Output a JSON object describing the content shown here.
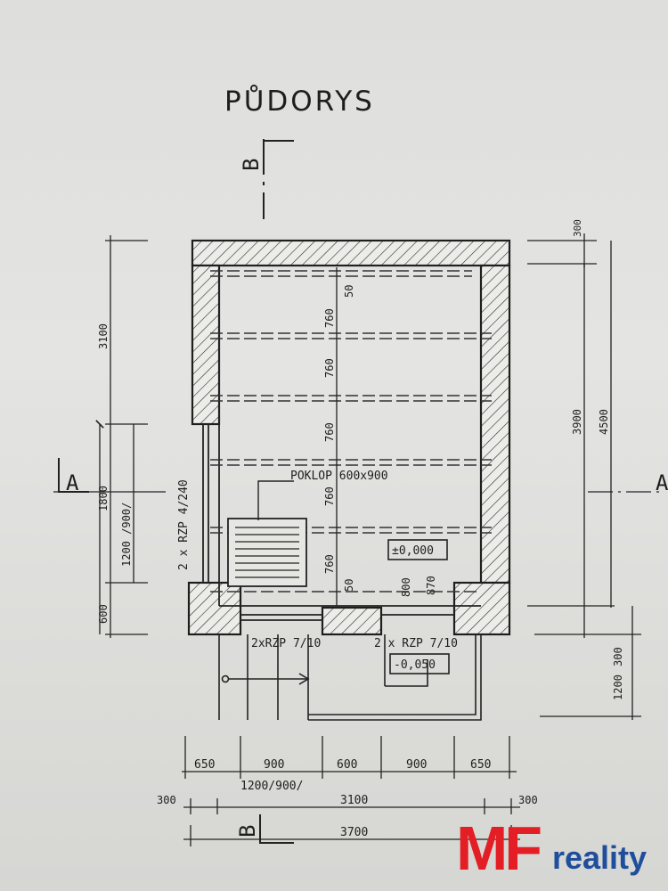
{
  "title": "PŮDORYS",
  "section_marks": {
    "a_left": "A",
    "a_right": "A",
    "b_top": "B",
    "b_bottom": "B"
  },
  "annotations": {
    "hatch": "POKLOP 600x900",
    "level_floor": "±0,000",
    "level_entry": "-0,050",
    "stair_left": "2 x RZP 4/240",
    "door_left": "2xRZP 7/10",
    "door_right": "2 x RZP 7/10"
  },
  "interior_dims": [
    "50",
    "760",
    "760",
    "760",
    "760",
    "760",
    "50"
  ],
  "door_dims": [
    "800",
    "870"
  ],
  "left_dims": {
    "top": "3100",
    "mid": "1800",
    "mid_alt": "1200 /900/",
    "bottom": "600"
  },
  "right_dims": {
    "top": "300",
    "mid": "3900",
    "total": "4500",
    "lower": "300",
    "bottom": "1200"
  },
  "bottom_dims": {
    "row1": [
      "650",
      "900",
      "600",
      "900",
      "650"
    ],
    "row1_alt": "1200/900/",
    "row2_left": "300",
    "row2_mid": "3100",
    "row2_right": "300",
    "row3": "3700"
  },
  "brand": {
    "mf": "MF",
    "reality": "reality",
    "mf_color": "#e31e24",
    "reality_color": "#1f4e9c"
  }
}
